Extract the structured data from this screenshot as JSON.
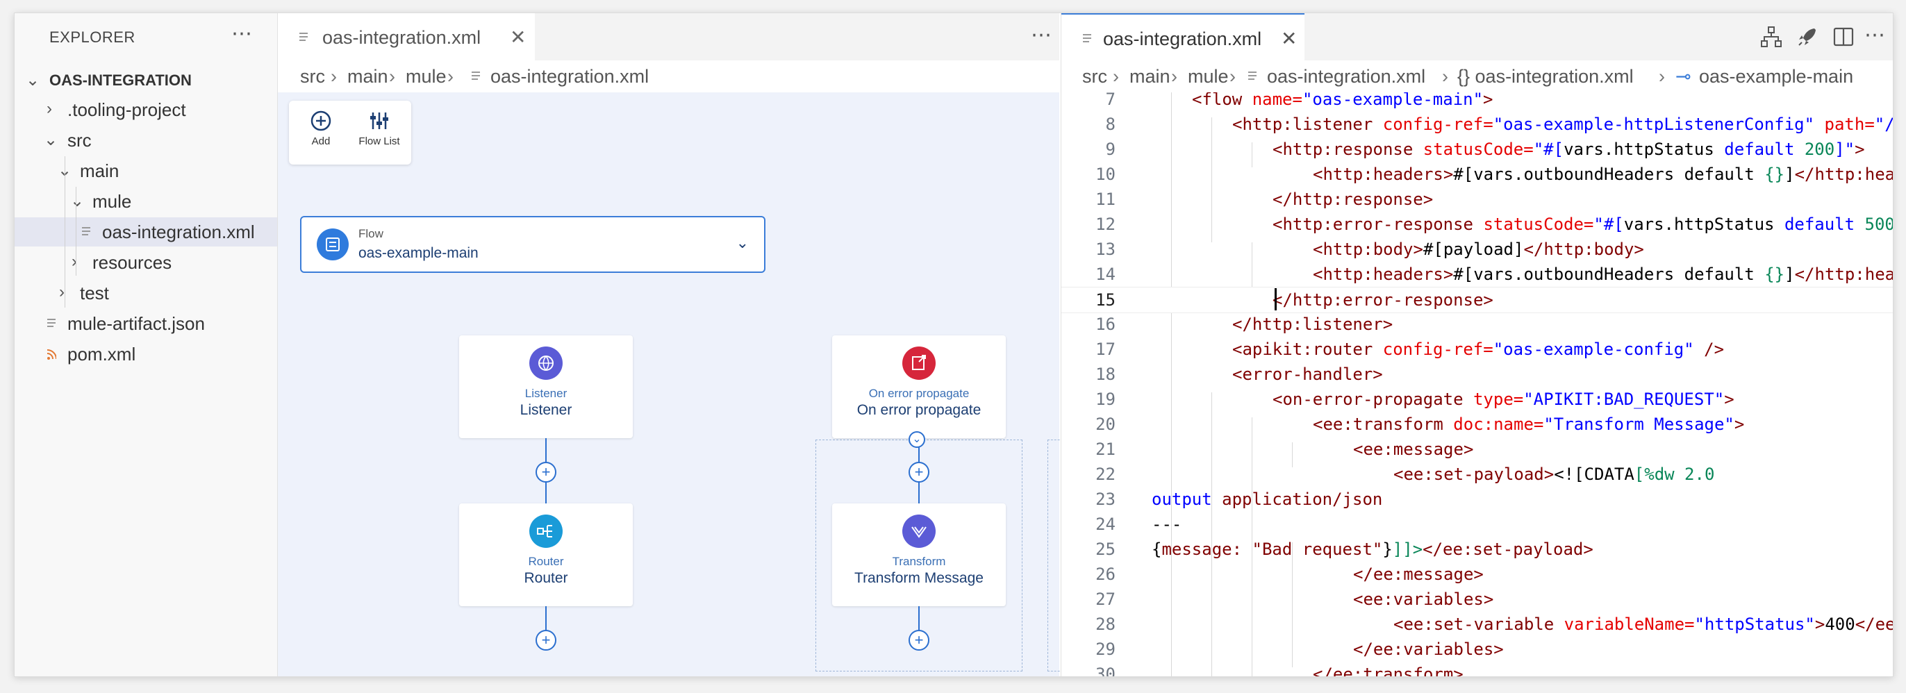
{
  "explorer": {
    "title": "EXPLORER",
    "root": "OAS-INTEGRATION",
    "items": [
      {
        "label": ".tooling-project"
      },
      {
        "label": "src"
      },
      {
        "label": "main"
      },
      {
        "label": "mule"
      },
      {
        "label": "oas-integration.xml"
      },
      {
        "label": "resources"
      },
      {
        "label": "test"
      },
      {
        "label": "mule-artifact.json"
      },
      {
        "label": "pom.xml"
      }
    ]
  },
  "left_editor": {
    "tab_label": "oas-integration.xml",
    "breadcrumb": [
      "src",
      "main",
      "mule",
      "oas-integration.xml"
    ],
    "toolbox": {
      "add": "Add",
      "flow_list": "Flow List"
    },
    "flow": {
      "type": "Flow",
      "name": "oas-example-main"
    },
    "cards": [
      {
        "type": "Listener",
        "name": "Listener"
      },
      {
        "type": "Router",
        "name": "Router"
      },
      {
        "type": "On error propagate",
        "name": "On error propagate"
      },
      {
        "type": "Transform",
        "name": "Transform Message"
      }
    ]
  },
  "right_editor": {
    "tab_label": "oas-integration.xml",
    "breadcrumb": [
      "src",
      "main",
      "mule",
      "oas-integration.xml",
      "{} oas-integration.xml",
      "oas-example-main"
    ],
    "current_line": 15
  },
  "code_lines": [
    {
      "n": "7"
    },
    {
      "n": "8"
    },
    {
      "n": "9"
    },
    {
      "n": "10"
    },
    {
      "n": "11"
    },
    {
      "n": "12"
    },
    {
      "n": "13"
    },
    {
      "n": "14"
    },
    {
      "n": "15"
    },
    {
      "n": "16"
    },
    {
      "n": "17"
    },
    {
      "n": "18"
    },
    {
      "n": "19"
    },
    {
      "n": "20"
    },
    {
      "n": "21"
    },
    {
      "n": "22"
    },
    {
      "n": "23"
    },
    {
      "n": "24"
    },
    {
      "n": "25"
    },
    {
      "n": "26"
    },
    {
      "n": "27"
    },
    {
      "n": "28"
    },
    {
      "n": "29"
    },
    {
      "n": "30"
    }
  ],
  "code_text": {
    "l7": [
      "<flow ",
      "name=",
      "\"oas-example-main\"",
      ">"
    ],
    "l8": [
      "<http:listener ",
      "config-ref=",
      "\"oas-example-httpListenerConfig\" ",
      "path=",
      "\"/"
    ],
    "l9": [
      "<http:response ",
      "statusCode=",
      "\"#[",
      "vars.httpStatus ",
      "default ",
      "200",
      "]\"",
      ">"
    ],
    "l10": [
      "<http:headers>",
      "#[",
      "vars.outboundHeaders default ",
      "{}",
      "]",
      "</http:hea"
    ],
    "l11": [
      "</http:response>"
    ],
    "l12": [
      "<http:error-response ",
      "statusCode=",
      "\"#[",
      "vars.httpStatus ",
      "default ",
      "500"
    ],
    "l13": [
      "<http:body>",
      "#[",
      "payload",
      "]",
      "</http:body>"
    ],
    "l14": [
      "<http:headers>",
      "#[",
      "vars.outboundHeaders default ",
      "{}",
      "]",
      "</http:hea"
    ],
    "l15": [
      "</http:error-response>"
    ],
    "l16": [
      "</http:listener>"
    ],
    "l17": [
      "<apikit:router ",
      "config-ref=",
      "\"oas-example-config\" ",
      "/>"
    ],
    "l18": [
      "<error-handler>"
    ],
    "l19": [
      "<on-error-propagate ",
      "type=",
      "\"APIKIT:BAD_REQUEST\"",
      ">"
    ],
    "l20": [
      "<ee:transform ",
      "doc:name=",
      "\"Transform Message\"",
      ">"
    ],
    "l21": [
      "<ee:message>"
    ],
    "l22": [
      "<ee:set-payload>",
      "<![",
      "CDATA",
      "[",
      "%dw 2.0"
    ],
    "l23": [
      "output ",
      "application/json"
    ],
    "l24": [
      "---"
    ],
    "l25": [
      "{",
      "message: ",
      "\"Bad request\"",
      "}",
      "]]>",
      "</ee:set-payload>"
    ],
    "l26": [
      "</ee:message>"
    ],
    "l27": [
      "<ee:variables>"
    ],
    "l28": [
      "<ee:set-variable ",
      "variableName=",
      "\"httpStatus\"",
      ">",
      "400",
      "</ee"
    ],
    "l29": [
      "</ee:variables>"
    ],
    "l30": [
      "</ee:transform>"
    ]
  },
  "colors": {
    "accent": "#3b7dd8",
    "tag": "#800000",
    "attr": "#e50000",
    "string": "#0000ff",
    "number": "#098658",
    "canvas": "#eef2fb"
  },
  "icons": [
    "more-icon",
    "chevron-down-icon",
    "chevron-right-icon",
    "file-icon",
    "rss-icon",
    "close-icon",
    "add-icon",
    "flow-list-icon",
    "flow-icon",
    "listener-icon",
    "router-icon",
    "error-propagate-icon",
    "transform-icon",
    "hierarchy-icon",
    "rocket-icon",
    "split-editor-icon"
  ]
}
